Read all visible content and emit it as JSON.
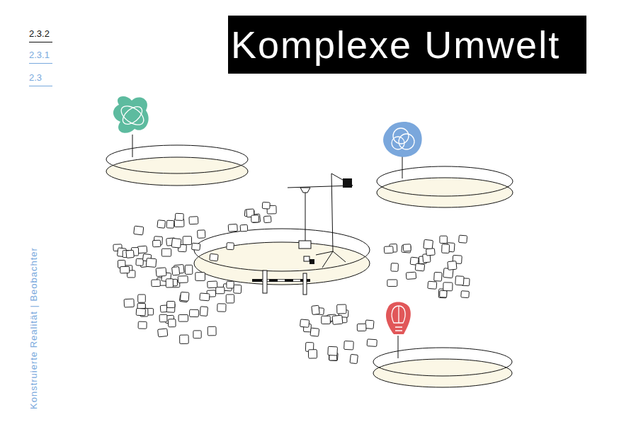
{
  "diagram": {
    "title": "Komplexe Umwelt",
    "labels": [
      "2.3.2",
      "2.3.1",
      "2.3",
      "Konstruierte Realität | Beobachter"
    ]
  }
}
